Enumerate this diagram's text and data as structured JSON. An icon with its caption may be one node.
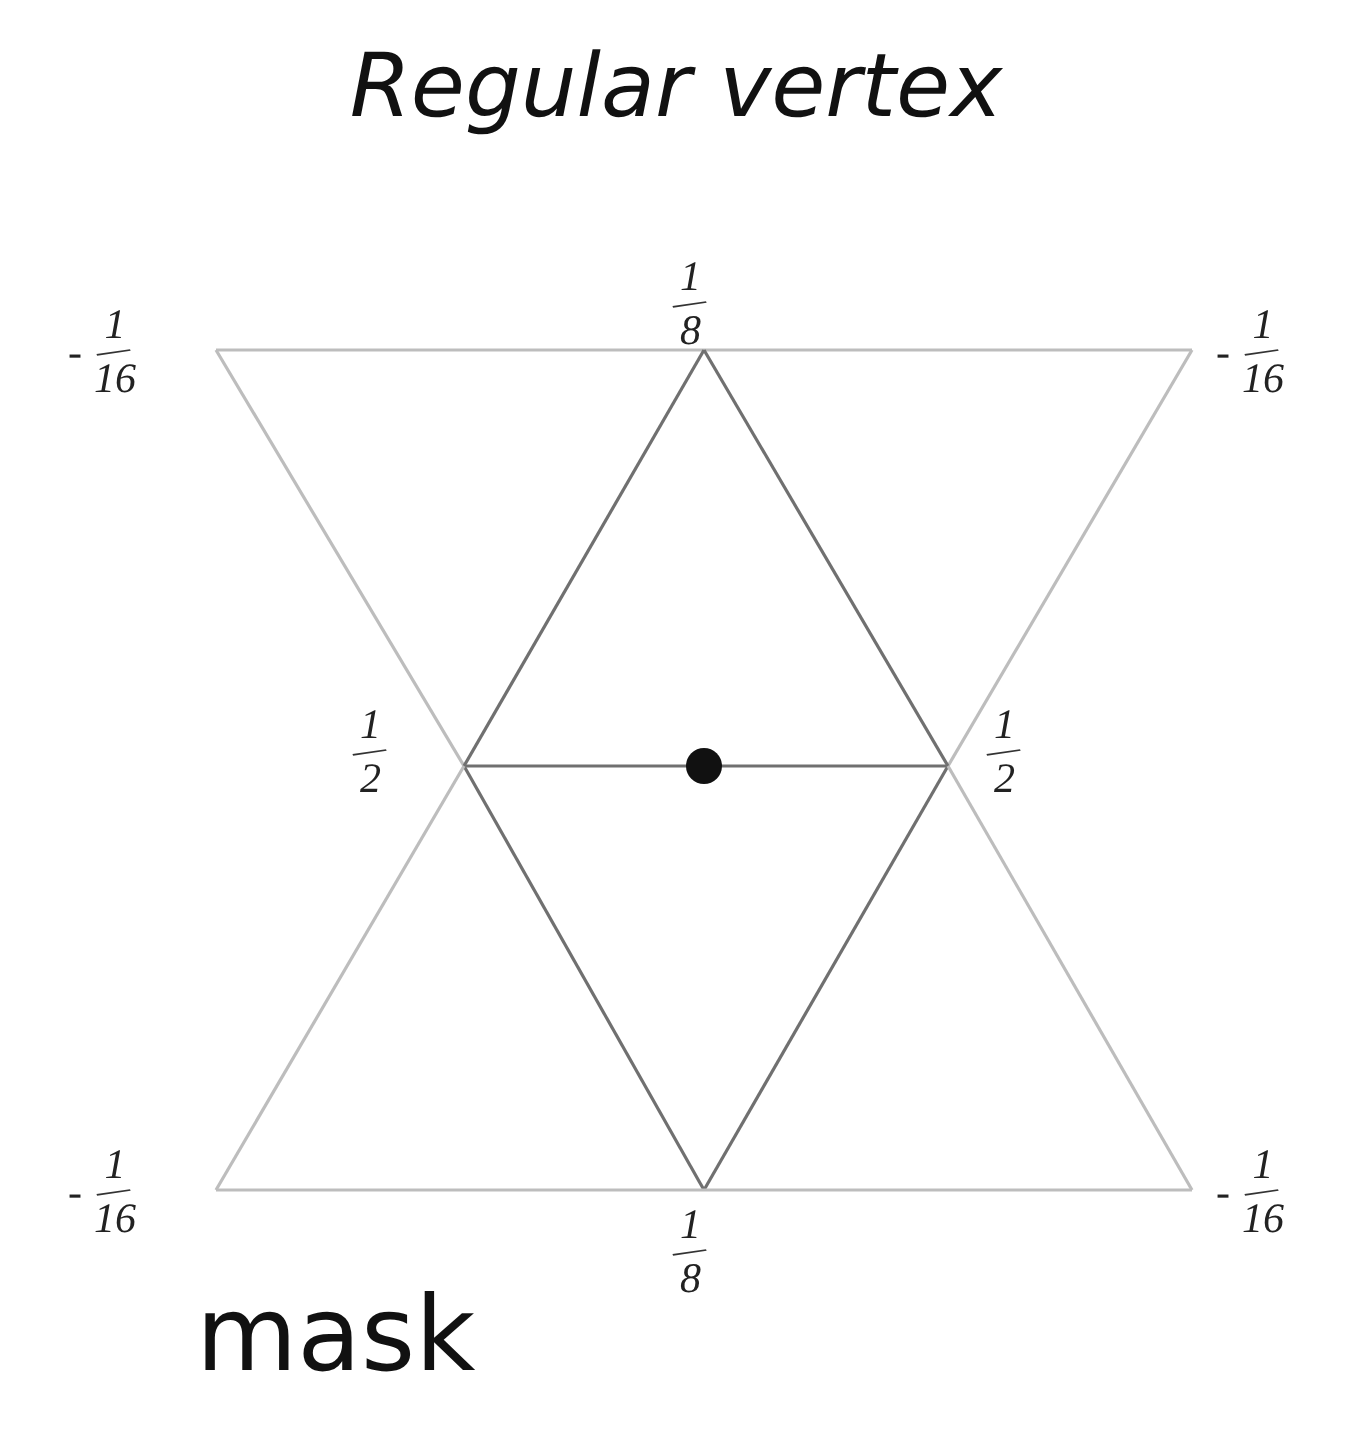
{
  "diagram": {
    "title": "Regular vertex",
    "caption": "mask",
    "nodes": [
      {
        "text": [
          "- 1/16"
        ]
      },
      {
        "text": [
          "1/8"
        ]
      },
      {
        "text": [
          "- 1/16"
        ]
      },
      {
        "text": [
          "1/2"
        ]
      },
      {
        "text": [],
        "shape": "circle"
      },
      {
        "text": [
          "1/2"
        ]
      },
      {
        "text": [
          "- 1/16"
        ]
      },
      {
        "text": [
          "1/8"
        ]
      },
      {
        "text": [
          "- 1/16"
        ]
      }
    ],
    "edges": [
      {
        "from": 0,
        "to": 1,
        "arrow": "none"
      },
      {
        "from": 1,
        "to": 2,
        "arrow": "none"
      },
      {
        "from": 0,
        "to": 3,
        "arrow": "none"
      },
      {
        "from": 2,
        "to": 5,
        "arrow": "none"
      },
      {
        "from": 1,
        "to": 3,
        "arrow": "none",
        "color": "#707070"
      },
      {
        "from": 1,
        "to": 5,
        "arrow": "none",
        "color": "#707070"
      },
      {
        "from": 3,
        "to": 4,
        "arrow": "none",
        "color": "#707070"
      },
      {
        "from": 4,
        "to": 5,
        "arrow": "none",
        "color": "#707070"
      },
      {
        "from": 3,
        "to": 7,
        "arrow": "none",
        "color": "#707070"
      },
      {
        "from": 5,
        "to": 7,
        "arrow": "none",
        "color": "#707070"
      },
      {
        "from": 6,
        "to": 3,
        "arrow": "none"
      },
      {
        "from": 8,
        "to": 5,
        "arrow": "none"
      },
      {
        "from": 6,
        "to": 7,
        "arrow": "none"
      },
      {
        "from": 7,
        "to": 8,
        "arrow": "none"
      }
    ]
  }
}
